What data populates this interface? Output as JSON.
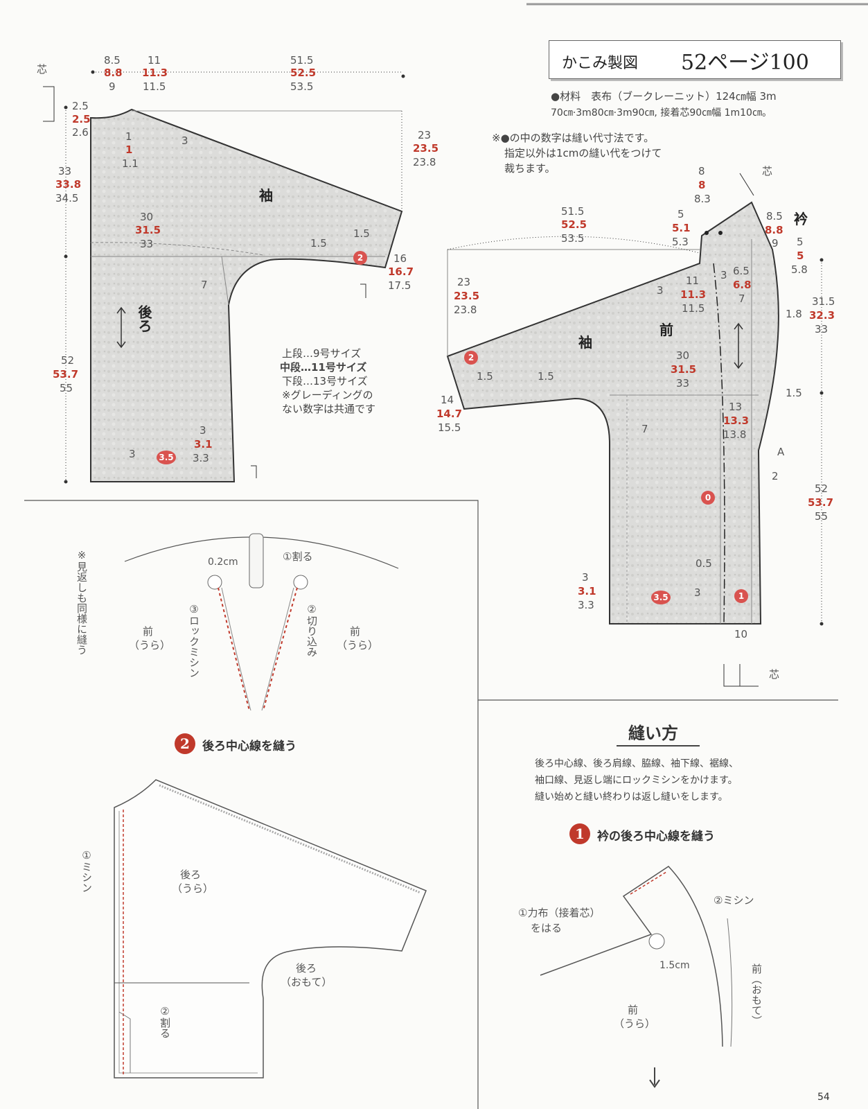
{
  "title_box": {
    "label": "かこみ製図",
    "page_ref": "52ページ100"
  },
  "materials": {
    "line1": "●材料　表布（ブークレーニット）124㎝幅 3m",
    "line2": "70㎝·3m80㎝·3m90㎝, 接着芯90㎝幅 1m10㎝。"
  },
  "seam_note": {
    "line1": "※●の中の数字は縫い代寸法です。",
    "line2": "指定以外は1cmの縫い代をつけて",
    "line3": "裁ちます。"
  },
  "size_note": {
    "line1": "上段…9号サイズ",
    "line2": "中段…11号サイズ",
    "line3": "下段…13号サイズ",
    "line4": "※グレーディングの",
    "line5": "ない数字は共通です"
  },
  "back_piece": {
    "sleeve_label": "袖",
    "body_label": "後ろ",
    "shin_label": "芯",
    "dims": {
      "top_a": [
        "8.5",
        "8.8",
        "9"
      ],
      "top_b": [
        "11",
        "11.3",
        "11.5"
      ],
      "top_c": [
        "51.5",
        "52.5",
        "53.5"
      ],
      "neck": [
        "2.5",
        "2.5",
        "2.6"
      ],
      "neck_curve": [
        "1",
        "1",
        "1.1"
      ],
      "shoulder_3": "3",
      "left_upper": [
        "33",
        "33.8",
        "34.5"
      ],
      "right_upper": [
        "23",
        "23.5",
        "23.8"
      ],
      "mid": [
        "30",
        "31.5",
        "33"
      ],
      "cuff_15a": "1.5",
      "cuff_15b": "1.5",
      "cuff": [
        "16",
        "16.7",
        "17.5"
      ],
      "seven": "7",
      "left_lower": [
        "52",
        "53.7",
        "55"
      ],
      "hem_side": [
        "3",
        "3.1",
        "3.3"
      ],
      "hem_3": "3"
    },
    "seam_badges": [
      "2",
      "3.5"
    ]
  },
  "front_piece": {
    "sleeve_label": "袖",
    "body_label": "前",
    "collar_label": "衿",
    "shin_label": "芯",
    "a_label": "A",
    "dims": {
      "top": [
        "51.5",
        "52.5",
        "53.5"
      ],
      "collar_top": [
        "8",
        "8",
        "8.3"
      ],
      "collar_w": [
        "8.5",
        "8.8",
        "9"
      ],
      "collar_notch": [
        "5",
        "5.1",
        "5.3"
      ],
      "collar_side": [
        "5",
        "5",
        "5.8"
      ],
      "neck": [
        "11",
        "11.3",
        "11.5"
      ],
      "neck_3a": "3",
      "neck_3b": "3",
      "collar_mid": [
        "6.5",
        "6.8",
        "7"
      ],
      "collar_18": "1.8",
      "right_upper": [
        "31.5",
        "32.3",
        "33"
      ],
      "left_upper": [
        "23",
        "23.5",
        "23.8"
      ],
      "mid": [
        "30",
        "31.5",
        "33"
      ],
      "cuff_15a": "1.5",
      "cuff_15b": "1.5",
      "side_15": "1.5",
      "cuff": [
        "14",
        "14.7",
        "15.5"
      ],
      "seven": "7",
      "band": [
        "13",
        "13.3",
        "13.8"
      ],
      "two": "2",
      "right_lower": [
        "52",
        "53.7",
        "55"
      ],
      "hem_05": "0.5",
      "hem_side": [
        "3",
        "3.1",
        "3.3"
      ],
      "hem_3": "3",
      "hem_10": "10"
    },
    "seam_badges": [
      "2",
      "0",
      "3.5",
      "1"
    ]
  },
  "step2": {
    "side_note": "※見返しも同様に縫う",
    "front_left": "前",
    "front_left_sub": "（うら）",
    "front_right": "前",
    "front_right_sub": "（うら）",
    "gap": "0.2cm",
    "split": "①割る",
    "lock": "③ロックミシン",
    "cut": "②切り込み",
    "num": "2",
    "title": "後ろ中心線を縫う"
  },
  "back_sewing": {
    "machine": "①ミシン",
    "back_ura": "後ろ",
    "back_ura_sub": "（うら）",
    "back_omote": "後ろ",
    "back_omote_sub": "（おもて）",
    "split": "②割る"
  },
  "how_to": {
    "title": "縫い方",
    "line1": "後ろ中心線、後ろ肩線、脇線、袖下線、裾線、",
    "line2": "袖口線、見返し端にロックミシンをかけます。",
    "line3": "縫い始めと縫い終わりは返し縫いをします。"
  },
  "step1": {
    "num": "1",
    "title": "衿の後ろ中心線を縫う",
    "machine": "②ミシン",
    "reinforce": "①力布（接着芯）",
    "reinforce_2": "をはる",
    "gap": "1.5cm",
    "front_omote": "前（おもて）",
    "front_ura": "前",
    "front_ura_sub": "（うら）"
  },
  "page_number": "54"
}
